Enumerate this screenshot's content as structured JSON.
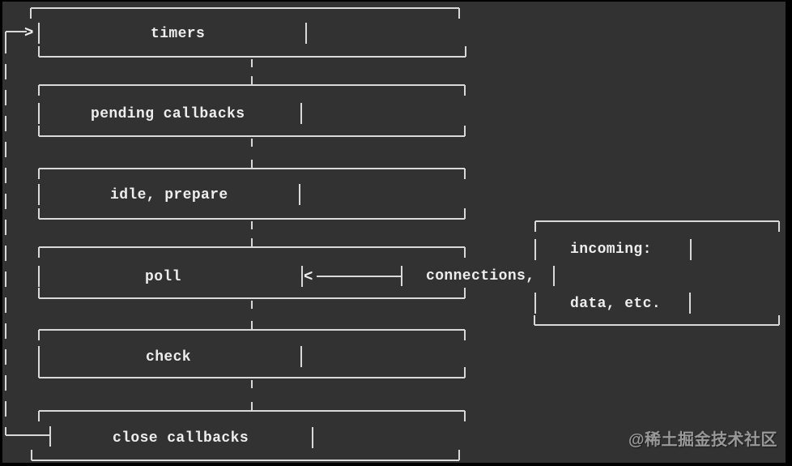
{
  "diagram": {
    "phases": [
      {
        "label": "timers"
      },
      {
        "label": "pending callbacks"
      },
      {
        "label": "idle, prepare"
      },
      {
        "label": "poll"
      },
      {
        "label": "check"
      },
      {
        "label": "close callbacks"
      }
    ],
    "side_box": {
      "line1": "incoming:",
      "line2": "connections,",
      "line3": "data, etc."
    },
    "loop_arrow_glyph": ">",
    "poll_arrow_glyph": "<"
  },
  "watermark": {
    "text": "@稀土掘金技术社区"
  },
  "colors": {
    "background": "#323232",
    "line": "#d9d9d9",
    "text": "#eeeeee",
    "watermark": "#999999",
    "frame": "#000000"
  }
}
